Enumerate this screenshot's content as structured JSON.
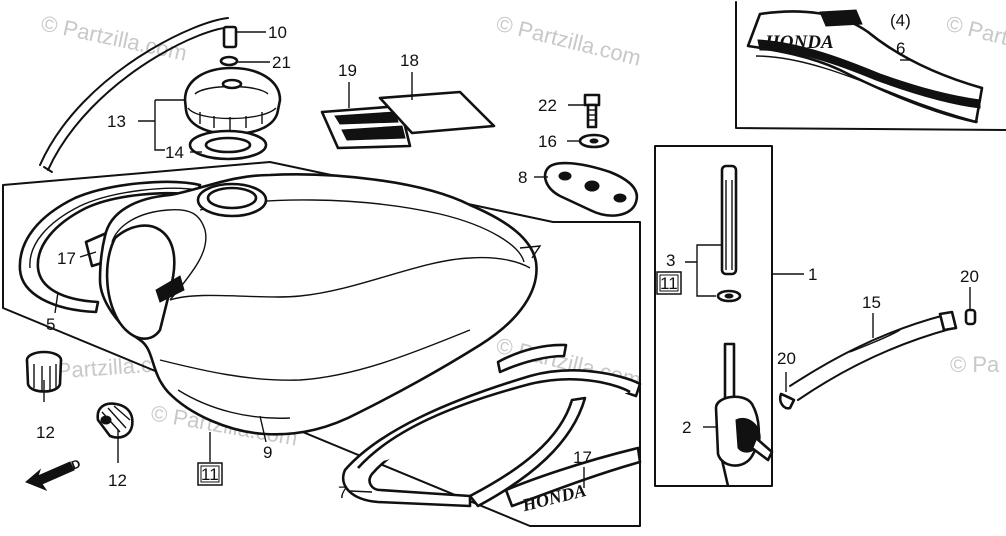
{
  "diagram": {
    "callouts": [
      {
        "id": "c10",
        "text": "10"
      },
      {
        "id": "c21",
        "text": "21"
      },
      {
        "id": "c13",
        "text": "13"
      },
      {
        "id": "c14",
        "text": "14"
      },
      {
        "id": "c19",
        "text": "19"
      },
      {
        "id": "c18",
        "text": "18"
      },
      {
        "id": "c22",
        "text": "22"
      },
      {
        "id": "c16",
        "text": "16"
      },
      {
        "id": "c8",
        "text": "8"
      },
      {
        "id": "c17a",
        "text": "17"
      },
      {
        "id": "c5",
        "text": "5"
      },
      {
        "id": "c12a",
        "text": "12"
      },
      {
        "id": "c12b",
        "text": "12"
      },
      {
        "id": "c11a",
        "text": "11"
      },
      {
        "id": "c9",
        "text": "9"
      },
      {
        "id": "c7",
        "text": "7"
      },
      {
        "id": "c17b",
        "text": "17"
      },
      {
        "id": "c3",
        "text": "3"
      },
      {
        "id": "c11b",
        "text": "11"
      },
      {
        "id": "c1",
        "text": "1"
      },
      {
        "id": "c2",
        "text": "2"
      },
      {
        "id": "c20a",
        "text": "20"
      },
      {
        "id": "c15",
        "text": "15"
      },
      {
        "id": "c20b",
        "text": "20"
      },
      {
        "id": "c4",
        "text": "(4)"
      },
      {
        "id": "c6",
        "text": "6"
      }
    ],
    "brand_logo": "HONDA",
    "fwd_label": "FWD",
    "watermarks": [
      "© Partzilla.com",
      "© Partzilla.com",
      "© Partzilla.com",
      "© Partzilla.com",
      "© Partzilla.com",
      "© Partzilla.com",
      "© Pa"
    ]
  }
}
